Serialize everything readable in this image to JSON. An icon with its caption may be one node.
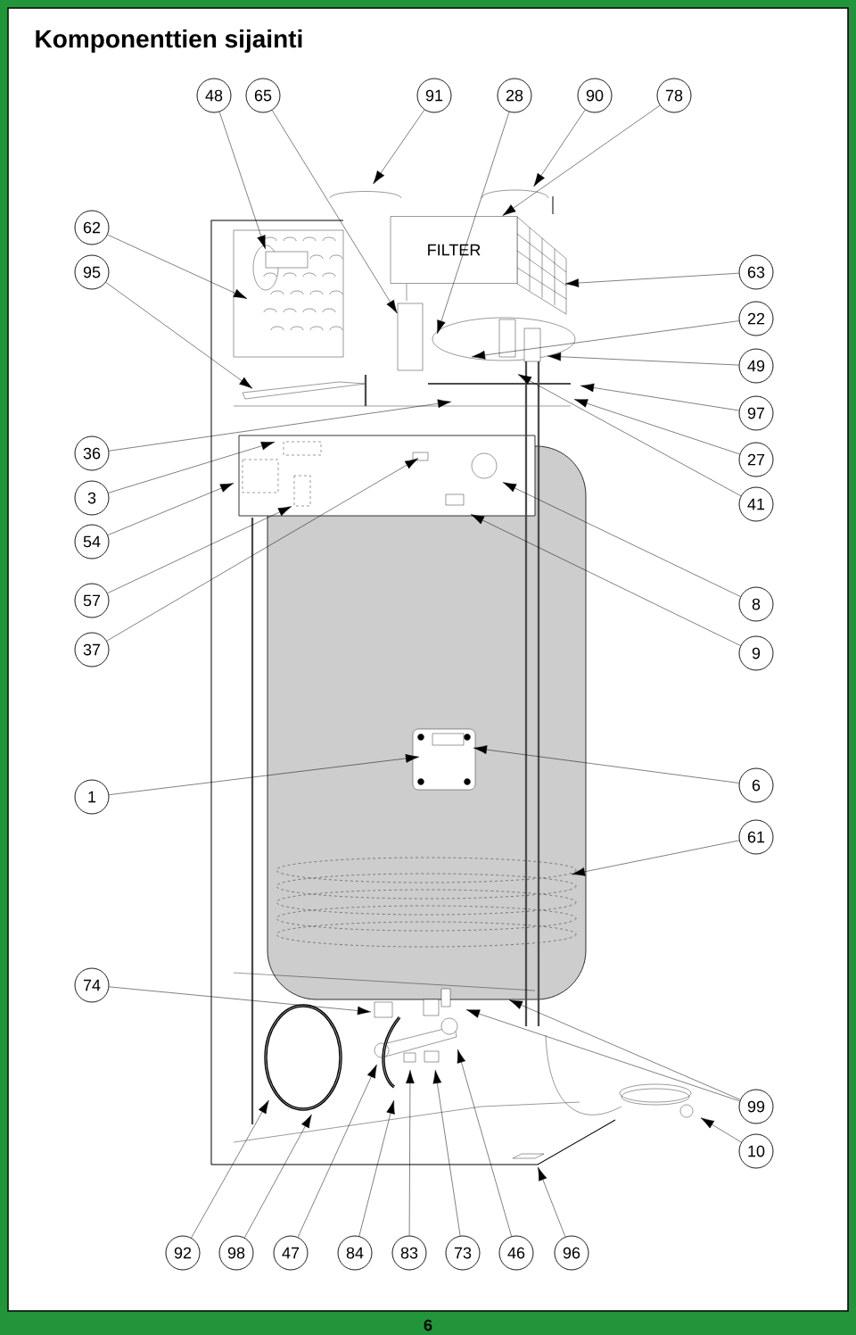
{
  "diagram": {
    "title": "Komponenttien sijainti",
    "nodes": [
      {
        "text": [
          "48"
        ]
      },
      {
        "text": [
          "65"
        ]
      },
      {
        "text": [
          "91"
        ]
      },
      {
        "text": [
          "28"
        ]
      },
      {
        "text": [
          "90"
        ]
      },
      {
        "text": [
          "78"
        ]
      },
      {
        "text": [
          "62"
        ]
      },
      {
        "text": [
          "95"
        ]
      },
      {
        "text": [
          "63"
        ]
      },
      {
        "text": [
          "22"
        ]
      },
      {
        "text": [
          "49"
        ]
      },
      {
        "text": [
          "97"
        ]
      },
      {
        "text": [
          "36"
        ]
      },
      {
        "text": [
          "27"
        ]
      },
      {
        "text": [
          "3"
        ]
      },
      {
        "text": [
          "41"
        ]
      },
      {
        "text": [
          "54"
        ]
      },
      {
        "text": [
          "57"
        ]
      },
      {
        "text": [
          "8"
        ]
      },
      {
        "text": [
          "37"
        ]
      },
      {
        "text": [
          "9"
        ]
      },
      {
        "text": [
          "6"
        ]
      },
      {
        "text": [
          "1"
        ]
      },
      {
        "text": [
          "61"
        ]
      },
      {
        "text": [
          "74"
        ]
      },
      {
        "text": [
          "99"
        ]
      },
      {
        "text": [
          "10"
        ]
      },
      {
        "text": [
          "92"
        ]
      },
      {
        "text": [
          "98"
        ]
      },
      {
        "text": [
          "47"
        ]
      },
      {
        "text": [
          "84"
        ]
      },
      {
        "text": [
          "83"
        ]
      },
      {
        "text": [
          "73"
        ]
      },
      {
        "text": [
          "46"
        ]
      },
      {
        "text": [
          "96"
        ]
      },
      {
        "text": [
          "FILTER"
        ]
      }
    ],
    "edges": [
      {
        "from": 0,
        "to": null,
        "arrow": "to"
      },
      {
        "from": 1,
        "to": null,
        "arrow": "to"
      },
      {
        "from": 2,
        "to": null,
        "arrow": "to"
      },
      {
        "from": 3,
        "to": null,
        "arrow": "to"
      },
      {
        "from": 4,
        "to": null,
        "arrow": "to"
      },
      {
        "from": 5,
        "to": 35,
        "arrow": "to"
      },
      {
        "from": 6,
        "to": null,
        "arrow": "to"
      },
      {
        "from": 7,
        "to": null,
        "arrow": "to"
      },
      {
        "from": 8,
        "to": null,
        "arrow": "to"
      },
      {
        "from": 9,
        "to": null,
        "arrow": "to"
      },
      {
        "from": 10,
        "to": null,
        "arrow": "to"
      },
      {
        "from": 11,
        "to": null,
        "arrow": "to"
      },
      {
        "from": 12,
        "to": null,
        "arrow": "to"
      },
      {
        "from": 13,
        "to": null,
        "arrow": "to"
      },
      {
        "from": 14,
        "to": null,
        "arrow": "to"
      },
      {
        "from": 15,
        "to": null,
        "arrow": "to"
      },
      {
        "from": 16,
        "to": null,
        "arrow": "to"
      },
      {
        "from": 17,
        "to": null,
        "arrow": "to"
      },
      {
        "from": 18,
        "to": null,
        "arrow": "to"
      },
      {
        "from": 19,
        "to": null,
        "arrow": "to"
      },
      {
        "from": 20,
        "to": null,
        "arrow": "to"
      },
      {
        "from": 21,
        "to": null,
        "arrow": "to"
      },
      {
        "from": 22,
        "to": null,
        "arrow": "to"
      },
      {
        "from": 23,
        "to": null,
        "arrow": "to"
      },
      {
        "from": 24,
        "to": null,
        "arrow": "to"
      },
      {
        "from": 25,
        "to": null,
        "arrow": "to"
      },
      {
        "from": 25,
        "to": null,
        "arrow": "to"
      },
      {
        "from": 26,
        "to": null,
        "arrow": "to"
      },
      {
        "from": 27,
        "to": null,
        "arrow": "to"
      },
      {
        "from": 28,
        "to": null,
        "arrow": "to"
      },
      {
        "from": 29,
        "to": null,
        "arrow": "to"
      },
      {
        "from": 30,
        "to": null,
        "arrow": "to"
      },
      {
        "from": 31,
        "to": null,
        "arrow": "to"
      },
      {
        "from": 32,
        "to": null,
        "arrow": "to"
      },
      {
        "from": 33,
        "to": null,
        "arrow": "to"
      },
      {
        "from": 34,
        "to": null,
        "arrow": "to"
      }
    ],
    "labels": [
      "6"
    ]
  }
}
